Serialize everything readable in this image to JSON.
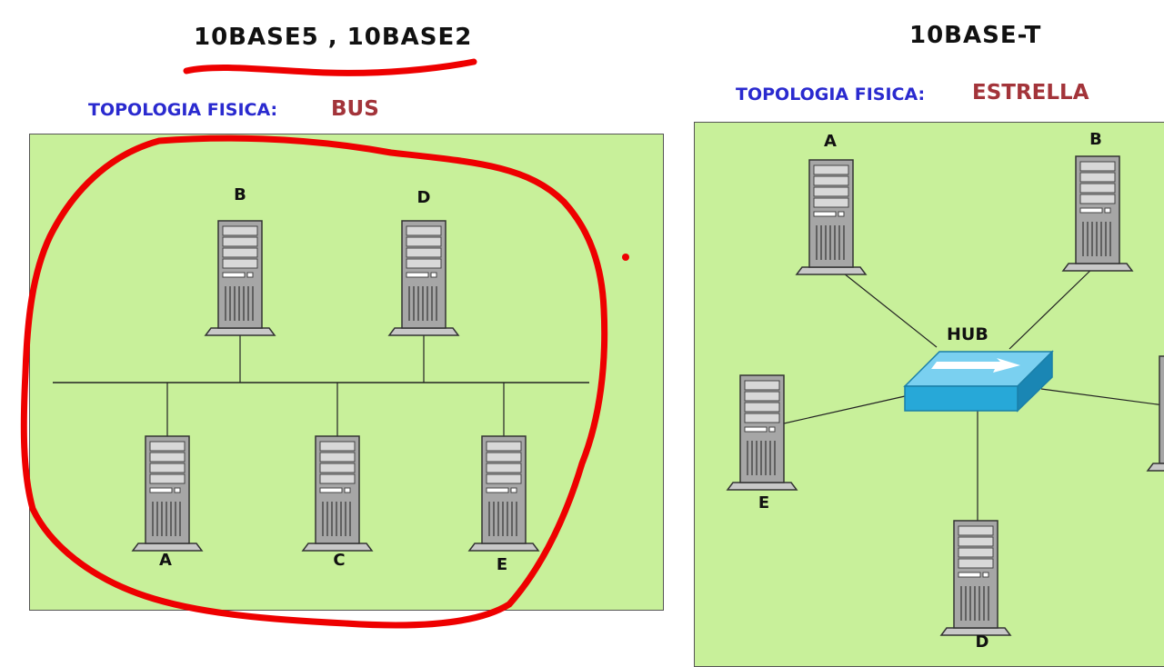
{
  "left": {
    "title": "10BASE5 , 10BASE2",
    "topology_label": "TOPOLOGIA FISICA:",
    "topology_value": "BUS",
    "nodes": [
      "B",
      "D",
      "A",
      "C",
      "E"
    ]
  },
  "right": {
    "title": "10BASE-T",
    "topology_label": "TOPOLOGIA FISICA:",
    "topology_value": "ESTRELLA",
    "hub_label": "HUB",
    "nodes": [
      "A",
      "B",
      "E",
      "D"
    ]
  },
  "colors": {
    "panel_fill": "#c8f09a",
    "label_blue": "#2a2acf",
    "value_red": "#a3343a",
    "annotation_red": "#ee0000",
    "hub_blue": "#27a8d8"
  },
  "icons": [
    "server-tower-icon",
    "hub-icon"
  ]
}
